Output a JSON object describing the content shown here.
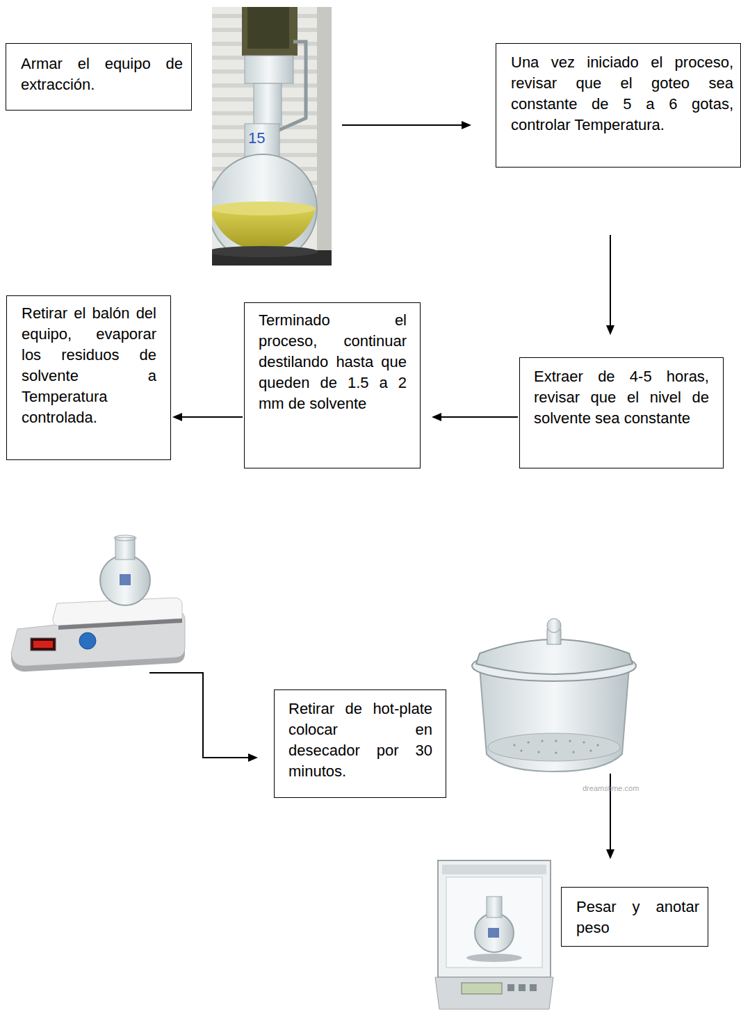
{
  "diagram": {
    "nodes": [
      {
        "text": [
          "Armar el equipo de extracción."
        ]
      },
      {
        "text": [
          "Una vez iniciado el proceso, revisar que el goteo sea constante de 5 a 6 gotas, controlar Temperatura."
        ]
      },
      {
        "text": [
          "Extraer de 4-5 horas, revisar que el nivel de solvente sea constante"
        ]
      },
      {
        "text": [
          "Terminado el proceso, continuar destilando hasta que queden de 1.5 a 2 mm de solvente"
        ]
      },
      {
        "text": [
          "Retirar el balón del equipo, evaporar los residuos de solvente a Temperatura controlada."
        ]
      },
      {
        "text": [
          "Retirar de hot-plate colocar en desecador por 30 minutos."
        ]
      },
      {
        "text": [
          "Pesar y anotar peso"
        ]
      }
    ],
    "edges": [
      {
        "from": 1,
        "to": 2,
        "arrow": "to"
      },
      {
        "from": 2,
        "to": 3,
        "arrow": "to"
      },
      {
        "from": 3,
        "to": 4,
        "arrow": "to"
      }
    ],
    "labels": [
      "15",
      "dreamstime.com"
    ]
  }
}
